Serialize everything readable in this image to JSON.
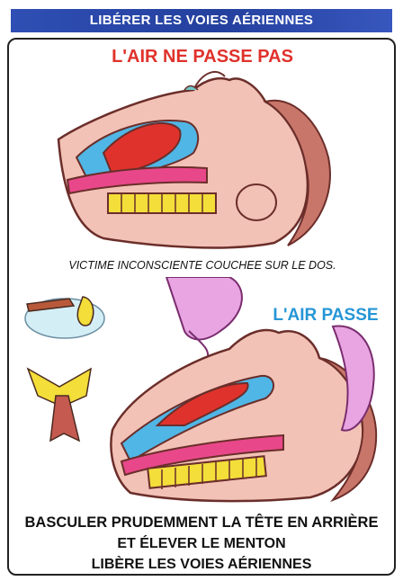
{
  "header": {
    "title": "LIBÉRER LES VOIES AÉRIENNES"
  },
  "top_panel": {
    "title": "L'AIR NE PASSE PAS",
    "caption": "VICTIME INCONSCIENTE COUCHEE SUR LE DOS."
  },
  "bottom_panel": {
    "title": "L'AIR PASSE"
  },
  "instructions": {
    "line1": "BASCULER PRUDEMMENT LA TÊTE EN ARRIÈRE",
    "line2": "ET ÉLEVER LE MENTON",
    "line3": "LIBÈRE LES VOIES AÉRIENNES"
  },
  "colors": {
    "banner": "#2f4fb4",
    "title_red": "#e0322c",
    "title_blue": "#2696d6",
    "skin": "#f2c2b6",
    "airway_blue": "#4fb6e6",
    "tongue_pink": "#e8488a"
  }
}
